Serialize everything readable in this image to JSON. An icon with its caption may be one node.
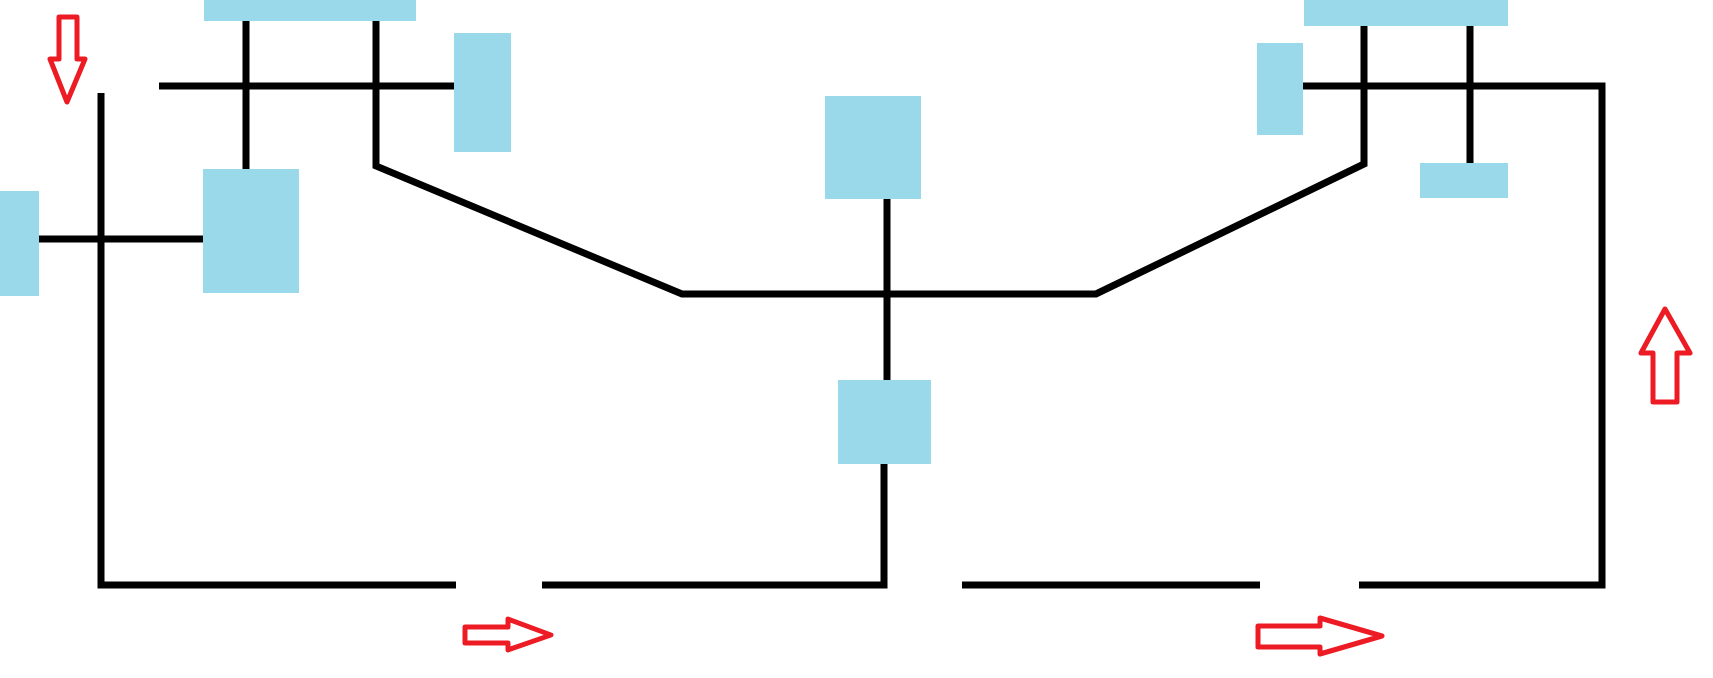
{
  "diagram": {
    "nodes": [
      {
        "text": [],
        "shape": "box"
      },
      {
        "text": [],
        "shape": "box"
      },
      {
        "text": [],
        "shape": "box"
      },
      {
        "text": [],
        "shape": "box"
      },
      {
        "text": [],
        "shape": "box"
      },
      {
        "text": [],
        "shape": "box"
      },
      {
        "text": [],
        "shape": "box"
      },
      {
        "text": [],
        "shape": "box"
      },
      {
        "text": [],
        "shape": "box"
      }
    ],
    "edges": [
      {
        "from": 0,
        "to": 7,
        "arrow": "none"
      },
      {
        "from": 0,
        "to": 4,
        "arrow": "none"
      },
      {
        "from": null,
        "to": 1,
        "arrow": "none"
      },
      {
        "from": 6,
        "to": 7,
        "arrow": "none"
      },
      {
        "from": 2,
        "to": 8,
        "arrow": "none"
      },
      {
        "from": 4,
        "to": 5,
        "arrow": "none"
      },
      {
        "from": null,
        "to": 8,
        "arrow": "none"
      },
      {
        "from": null,
        "to": 3,
        "arrow": "none"
      }
    ]
  }
}
